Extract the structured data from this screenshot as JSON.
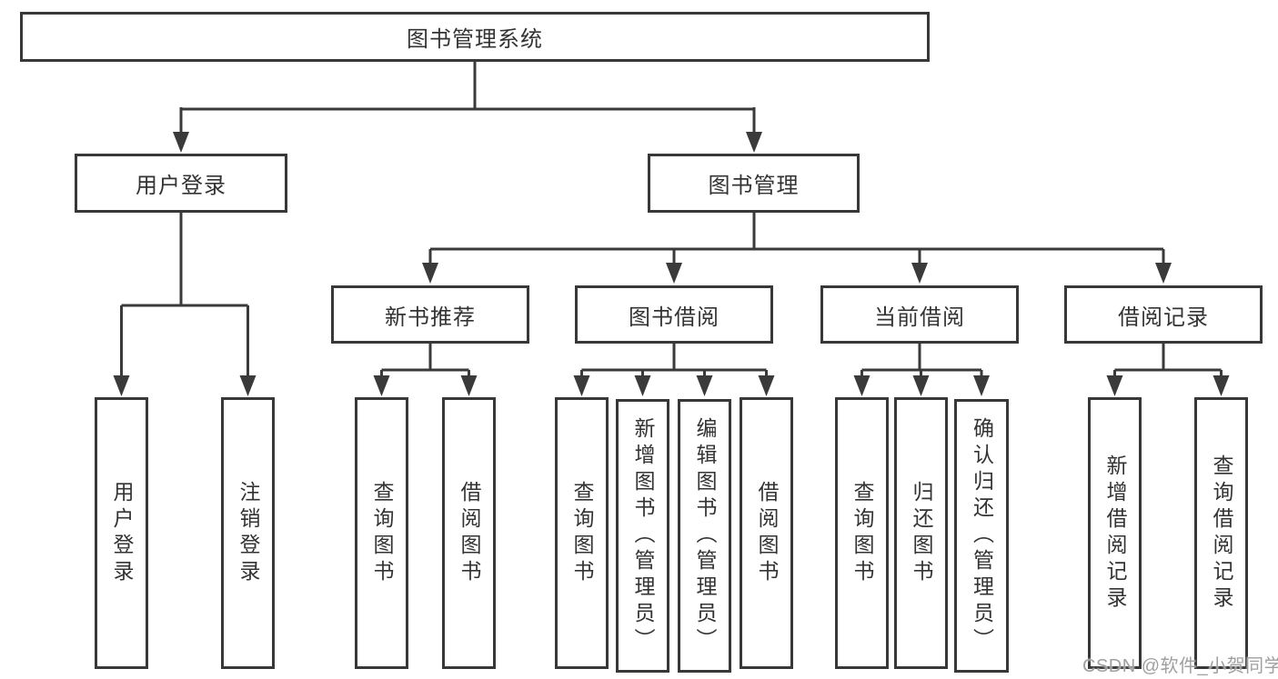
{
  "tree": {
    "label": "图书管理系统",
    "children": [
      {
        "label": "用户登录",
        "children": [
          {
            "label": "用户登录"
          },
          {
            "label": "注销登录"
          }
        ]
      },
      {
        "label": "图书管理",
        "children": [
          {
            "label": "新书推荐",
            "children": [
              {
                "label": "查询图书"
              },
              {
                "label": "借阅图书"
              }
            ]
          },
          {
            "label": "图书借阅",
            "children": [
              {
                "label": "查询图书"
              },
              {
                "label": "新增图书（管理员）"
              },
              {
                "label": "编辑图书（管理员）"
              },
              {
                "label": "借阅图书"
              }
            ]
          },
          {
            "label": "当前借阅",
            "children": [
              {
                "label": "查询图书"
              },
              {
                "label": "归还图书"
              },
              {
                "label": "确认归还（管理员）"
              }
            ]
          },
          {
            "label": "借阅记录",
            "children": [
              {
                "label": "新增借阅记录"
              },
              {
                "label": "查询借阅记录"
              }
            ]
          }
        ]
      }
    ]
  },
  "watermark": {
    "text": "CSDN @软件_小贺同学"
  },
  "colors": {
    "line": "#3a3a3a",
    "box_border": "#383838",
    "text": "#333333",
    "watermark": "#a0a0a0",
    "background": "#ffffff"
  }
}
